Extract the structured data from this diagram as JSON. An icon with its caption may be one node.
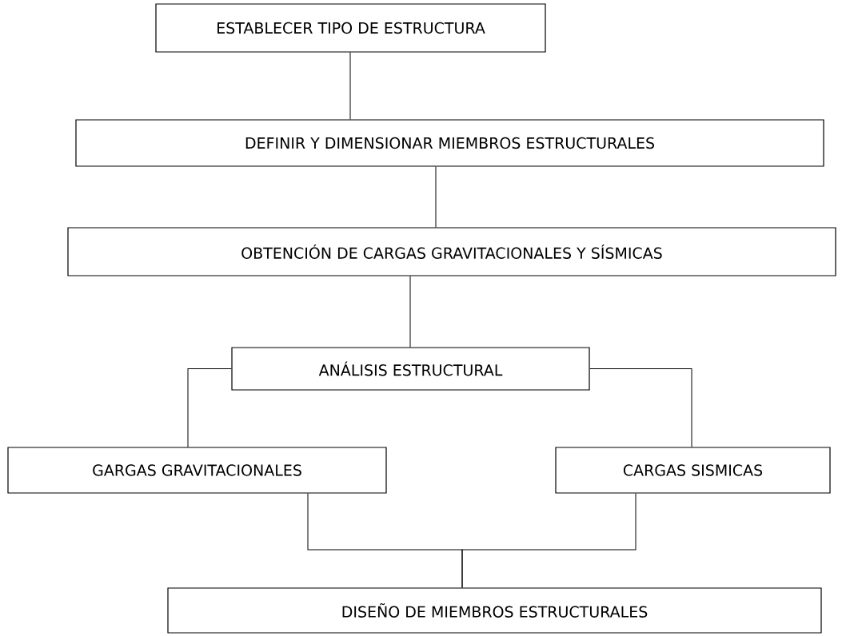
{
  "diagram": {
    "nodes": [
      {
        "text": [
          "ESTABLECER TIPO DE ESTRUCTURA"
        ]
      },
      {
        "text": [
          "DEFINIR Y DIMENSIONAR MIEMBROS ESTRUCTURALES"
        ]
      },
      {
        "text": [
          "OBTENCIÓN DE CARGAS GRAVITACIONALES Y SÍSMICAS"
        ]
      },
      {
        "text": [
          "ANÁLISIS ESTRUCTURAL"
        ]
      },
      {
        "text": [
          "GARGAS GRAVITACIONALES"
        ]
      },
      {
        "text": [
          "CARGAS SISMICAS"
        ]
      },
      {
        "text": [
          "DISEÑO DE MIEMBROS ESTRUCTURALES"
        ]
      }
    ],
    "edges": [
      {
        "from": 0,
        "to": 1,
        "arrow": "none"
      },
      {
        "from": 1,
        "to": 2,
        "arrow": "none"
      },
      {
        "from": 2,
        "to": 3,
        "arrow": "none"
      },
      {
        "from": 3,
        "to": 4,
        "arrow": "none"
      },
      {
        "from": 3,
        "to": 5,
        "arrow": "none"
      },
      {
        "from": 4,
        "to": 6,
        "arrow": "none"
      },
      {
        "from": 5,
        "to": 6,
        "arrow": "none"
      }
    ]
  }
}
